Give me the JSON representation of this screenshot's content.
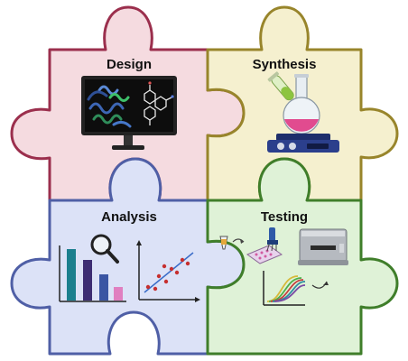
{
  "pieces": [
    {
      "id": "design",
      "title": "Design",
      "fill": "#f5dbe0",
      "stroke": "#9b2f4d"
    },
    {
      "id": "synthesis",
      "title": "Synthesis",
      "fill": "#f5f0cf",
      "stroke": "#98852b"
    },
    {
      "id": "analysis",
      "title": "Analysis",
      "fill": "#dce2f7",
      "stroke": "#4f5fa6"
    },
    {
      "id": "testing",
      "title": "Testing",
      "fill": "#dff2d7",
      "stroke": "#3f7e2a"
    }
  ],
  "icons": {
    "design": [
      "monitor-icon",
      "protein-structure-icon",
      "molecule-icon"
    ],
    "synthesis": [
      "test-tube-icon",
      "round-flask-icon",
      "hot-plate-stirrer-icon"
    ],
    "analysis": [
      "bar-chart-icon",
      "magnifier-icon",
      "scatter-plot-icon"
    ],
    "testing": [
      "pipette-tip-icon",
      "well-plate-icon",
      "multichannel-pipette-icon",
      "plate-reader-icon",
      "curves-plot-icon"
    ]
  },
  "analysis_bar_colors": [
    "#1b7f8e",
    "#3d2d73",
    "#3a55a3",
    "#e07fc0"
  ],
  "testing_curve_colors": [
    "#d7b93a",
    "#4fae4b",
    "#c63e3e",
    "#2d8ea0",
    "#7b4aa4"
  ]
}
